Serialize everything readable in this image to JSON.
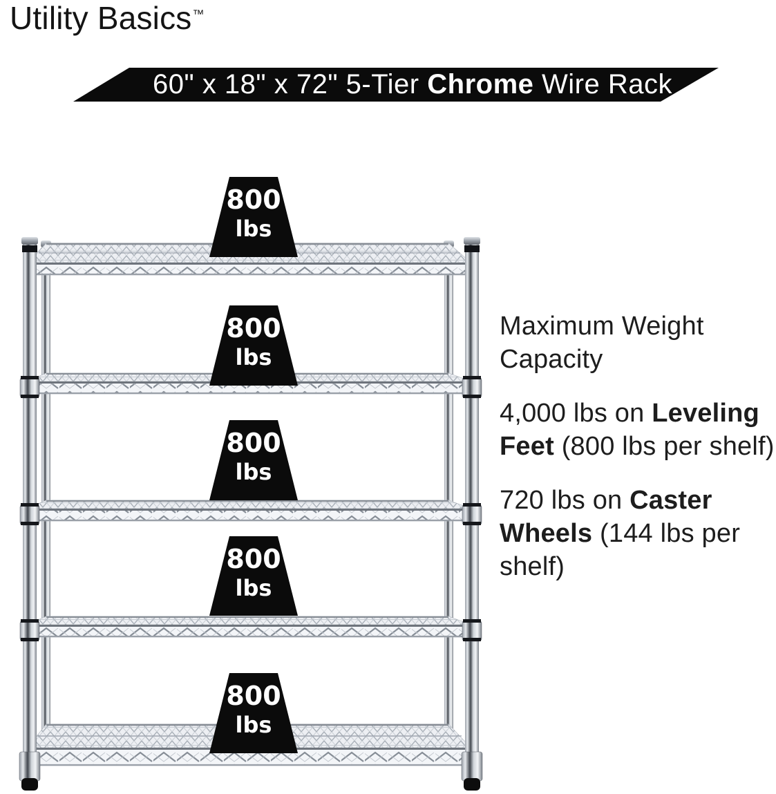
{
  "brand": {
    "name": "Utility Basics",
    "trademark": "™"
  },
  "banner": {
    "prefix": "60\" x 18\" x 72\" 5-Tier ",
    "bold": "Chrome",
    "suffix": " Wire Rack",
    "background": "#0b0b0b",
    "text_color": "#ffffff"
  },
  "rack": {
    "tier_count": 5,
    "finish": "Chrome",
    "shelf_capacity_labels": [
      {
        "value": "800",
        "unit": "lbs"
      },
      {
        "value": "800",
        "unit": "lbs"
      },
      {
        "value": "800",
        "unit": "lbs"
      },
      {
        "value": "800",
        "unit": "lbs"
      },
      {
        "value": "800",
        "unit": "lbs"
      }
    ]
  },
  "info": {
    "heading": "Maximum Weight Capacity",
    "specs": [
      {
        "normal1": "4,000 lbs on ",
        "bold": "Leveling Feet",
        "normal2": " (800 lbs per shelf)"
      },
      {
        "normal1": "720 lbs on ",
        "bold": "Caster Wheels",
        "normal2": " (144 lbs per shelf)"
      }
    ]
  },
  "colors": {
    "background": "#ffffff",
    "text": "#1d1d1d",
    "marker_black": "#0b0b0b",
    "banner_black": "#0b0b0b",
    "chrome_light": "#f2f4f6",
    "chrome_dark": "#5c6168",
    "wire_gray": "#a3aab3"
  }
}
